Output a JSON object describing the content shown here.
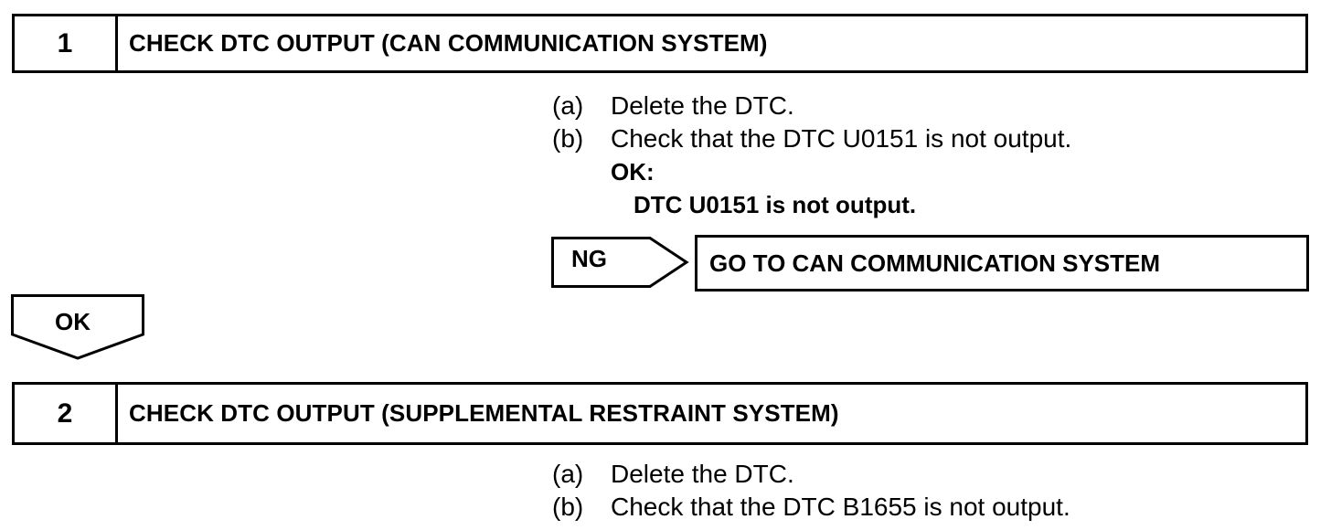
{
  "step1": {
    "number": "1",
    "title": "CHECK DTC OUTPUT (CAN COMMUNICATION SYSTEM)",
    "items": [
      {
        "label": "(a)",
        "text": "Delete the DTC."
      },
      {
        "label": "(b)",
        "text": "Check that the DTC U0151 is not output."
      }
    ],
    "ok_heading": "OK:",
    "ok_text": "DTC U0151 is not output.",
    "ng_label": "NG",
    "goto_text": "GO TO CAN COMMUNICATION SYSTEM"
  },
  "ok_arrow_label": "OK",
  "step2": {
    "number": "2",
    "title": "CHECK DTC OUTPUT (SUPPLEMENTAL RESTRAINT SYSTEM)",
    "items": [
      {
        "label": "(a)",
        "text": "Delete the DTC."
      },
      {
        "label": "(b)",
        "text": "Check that the DTC B1655 is not output."
      }
    ]
  }
}
